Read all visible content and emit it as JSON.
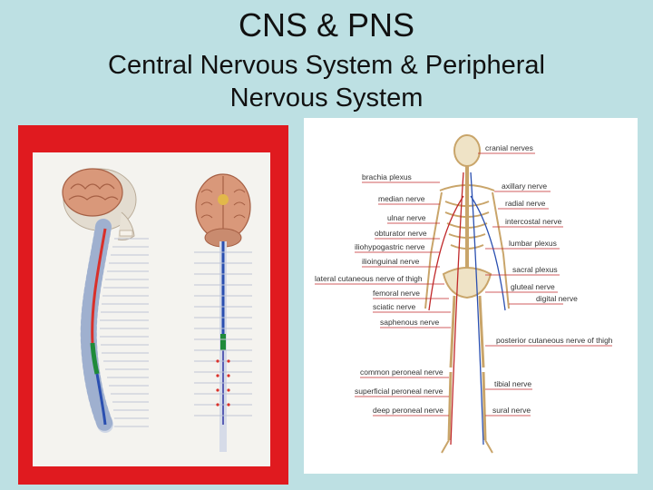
{
  "slide": {
    "title": "CNS & PNS",
    "subtitle_line1": "Central Nervous System & Peripheral",
    "subtitle_line2": "Nervous System"
  },
  "nerves_left": [
    "brachia plexus",
    "median nerve",
    "ulnar nerve",
    "obturator nerve",
    "iliohypogastric nerve",
    "ilioinguinal nerve",
    "lateral cutaneous nerve of thigh",
    "femoral nerve",
    "sciatic nerve",
    "saphenous nerve",
    "common peroneal nerve",
    "superficial peroneal nerve",
    "deep peroneal nerve"
  ],
  "nerves_right": [
    "cranial nerves",
    "axillary nerve",
    "radial nerve",
    "intercostal nerve",
    "lumbar plexus",
    "sacral plexus",
    "gluteal nerve",
    "digital nerve",
    "posterior cutaneous nerve of thigh",
    "tibial nerve",
    "sural nerve"
  ],
  "colors": {
    "background": "#bde0e3",
    "frame_red": "#e01a1f",
    "spinal_cord_red": "#d9302a",
    "spinal_cord_blue": "#2a4fb0",
    "label_line": "#c0282a"
  }
}
